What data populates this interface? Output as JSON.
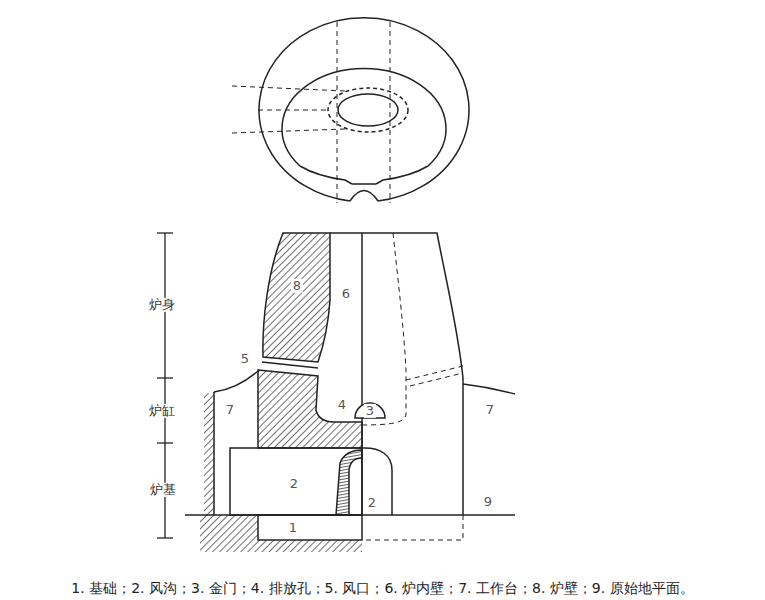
{
  "diagram": {
    "caption": "1. 基础；2. 风沟；3. 金门；4. 排放孔；5. 风口；6. 炉内壁；7. 工作台；8. 炉壁；9. 原始地平面。",
    "labels": [
      "炉身",
      "8",
      "6",
      "5",
      "炉缸",
      "7",
      "4",
      "3",
      "7",
      "炉基",
      "2",
      "2",
      "9",
      "1"
    ]
  }
}
